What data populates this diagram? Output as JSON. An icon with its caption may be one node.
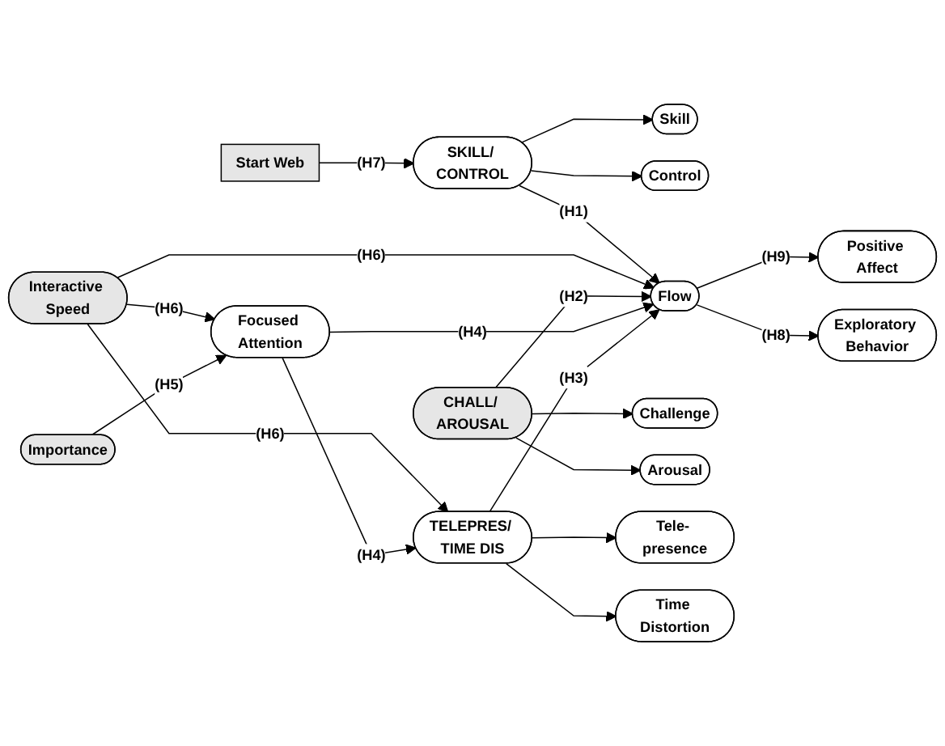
{
  "diagram": {
    "nodes": [
      {
        "text": [
          "Skill"
        ]
      },
      {
        "text": [
          "Control"
        ]
      },
      {
        "text": [
          "Positive Affect"
        ]
      },
      {
        "text": [
          "Start Web"
        ]
      },
      {
        "text": [
          "SKILL/ CONTROL"
        ]
      },
      {
        "text": [
          "Flow"
        ]
      },
      {
        "text": [
          "Interactive Speed"
        ]
      },
      {
        "text": [
          "CHALL/ AROUSAL"
        ]
      },
      {
        "text": [
          "Challenge"
        ]
      },
      {
        "text": [
          "Exploratory Behavior"
        ]
      },
      {
        "text": [
          "Arousal"
        ]
      },
      {
        "text": [
          "Importance"
        ]
      },
      {
        "text": [
          "Focused Attention"
        ]
      },
      {
        "text": [
          "TELEPRES/ TIME DIS"
        ]
      },
      {
        "text": [
          "Tele- presence"
        ]
      },
      {
        "text": [
          "Time Distortion"
        ]
      }
    ],
    "edges": [
      {
        "from": 3,
        "to": 4,
        "arrow": "to",
        "label": "(H7)"
      },
      {
        "from": 4,
        "to": 0,
        "arrow": "to"
      },
      {
        "from": 4,
        "to": 1,
        "arrow": "to"
      },
      {
        "from": 4,
        "to": 5,
        "arrow": "to",
        "label": "(H1)"
      },
      {
        "from": 5,
        "to": 2,
        "arrow": "to",
        "label": "(H9)"
      },
      {
        "from": 6,
        "to": 5,
        "arrow": "to",
        "label": "(H6)"
      },
      {
        "from": 7,
        "to": 5,
        "arrow": "to",
        "label": "(H2)"
      },
      {
        "from": 7,
        "to": 8,
        "arrow": "to"
      },
      {
        "from": 5,
        "to": 9,
        "arrow": "to",
        "label": "(H8)"
      },
      {
        "from": 7,
        "to": 10,
        "arrow": "to"
      },
      {
        "from": 6,
        "to": 12,
        "arrow": "to",
        "label": "(H6)"
      },
      {
        "from": 6,
        "to": 13,
        "arrow": "to",
        "label": "(H6)"
      },
      {
        "from": 11,
        "to": 12,
        "arrow": "to",
        "label": "(H5)"
      },
      {
        "from": 12,
        "to": 5,
        "arrow": "to",
        "label": "(H4)"
      },
      {
        "from": 12,
        "to": 13,
        "arrow": "to",
        "label": "(H4)"
      },
      {
        "from": 13,
        "to": 5,
        "arrow": "to",
        "label": "(H3)"
      },
      {
        "from": 13,
        "to": 14,
        "arrow": "to"
      },
      {
        "from": 13,
        "to": 15,
        "arrow": "to"
      }
    ]
  }
}
